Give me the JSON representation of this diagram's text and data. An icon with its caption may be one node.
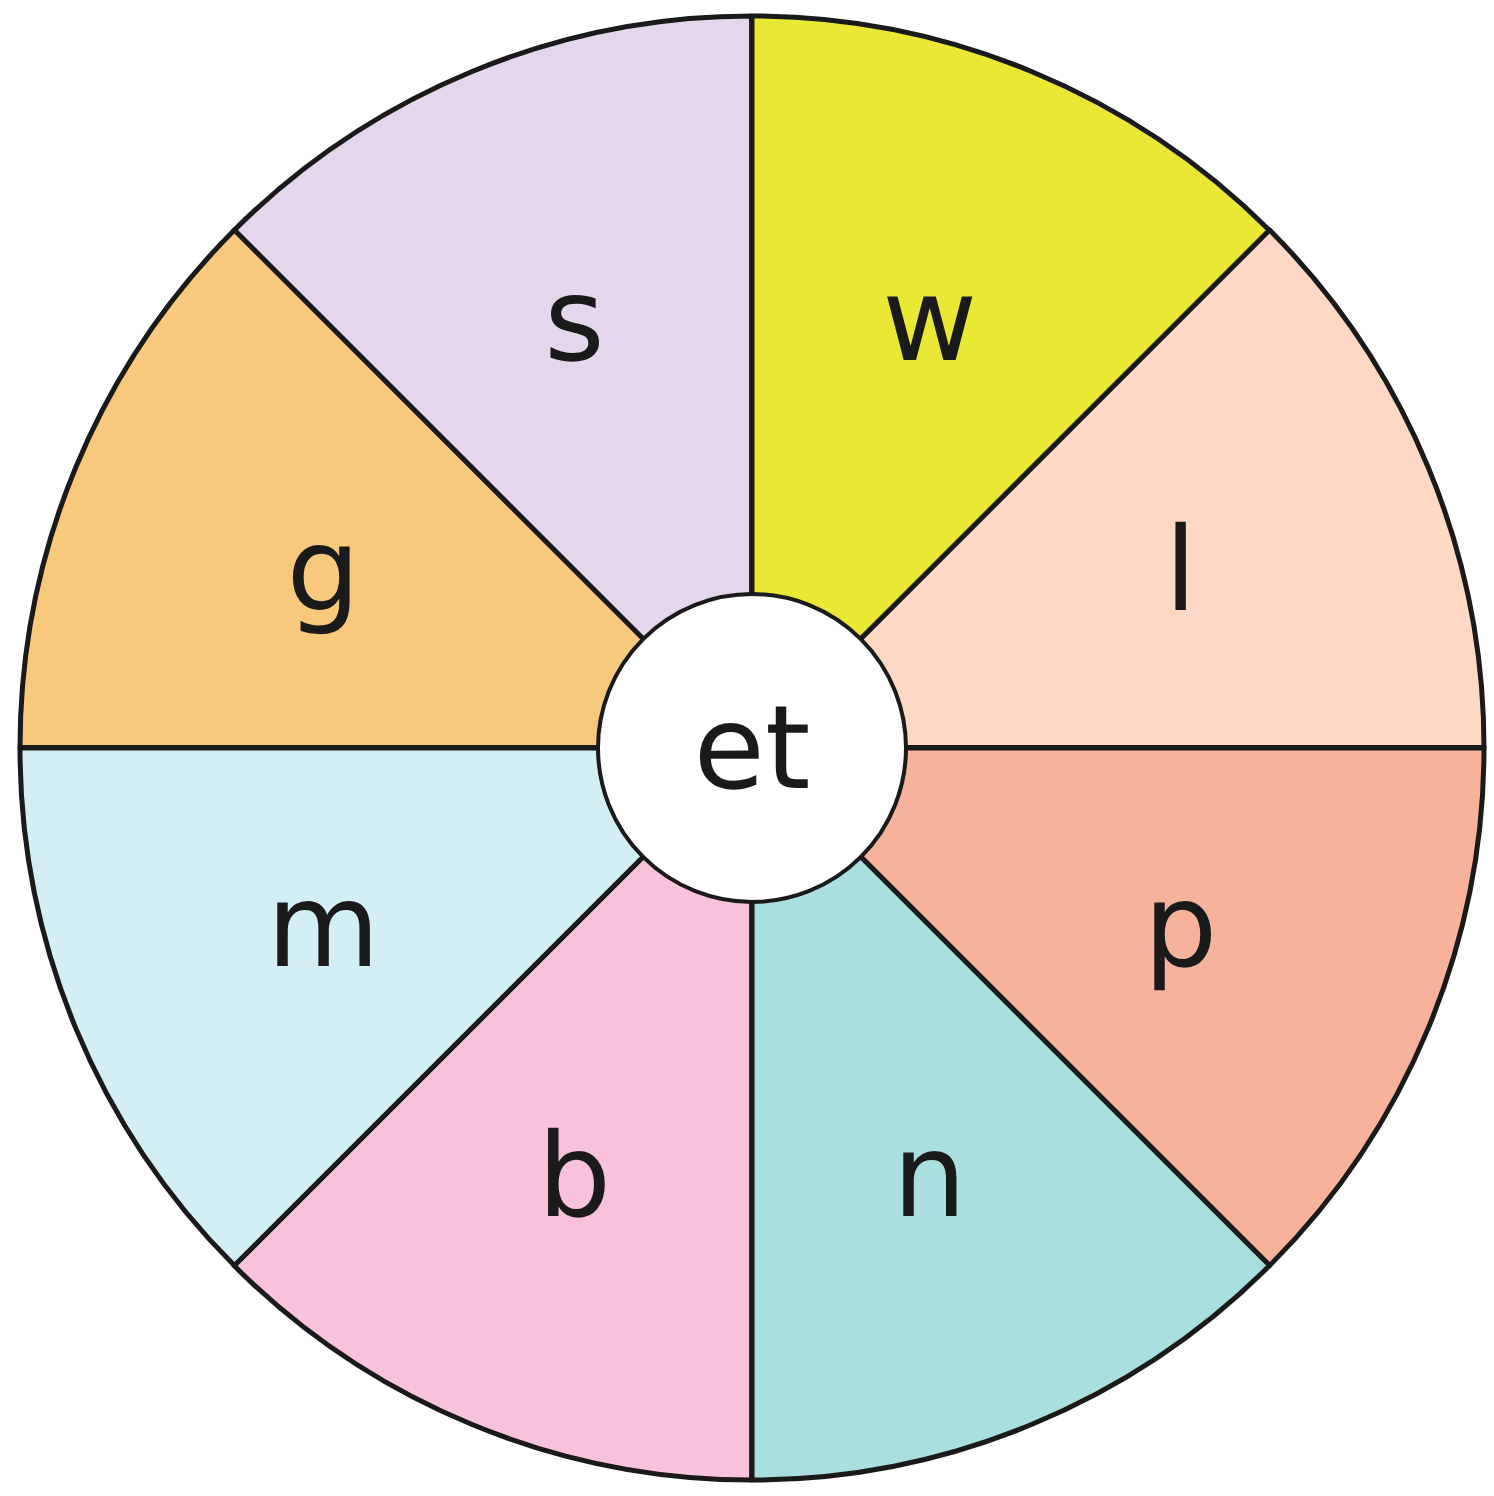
{
  "diagram": {
    "nodes": [
      {
        "text": [
          "s"
        ]
      },
      {
        "text": [
          "w"
        ]
      },
      {
        "text": [
          "l"
        ]
      },
      {
        "text": [
          "p"
        ]
      },
      {
        "text": [
          "n"
        ]
      },
      {
        "text": [
          "b"
        ]
      },
      {
        "text": [
          "m"
        ]
      },
      {
        "text": [
          "g"
        ]
      },
      {
        "text": [
          "et"
        ]
      }
    ]
  }
}
